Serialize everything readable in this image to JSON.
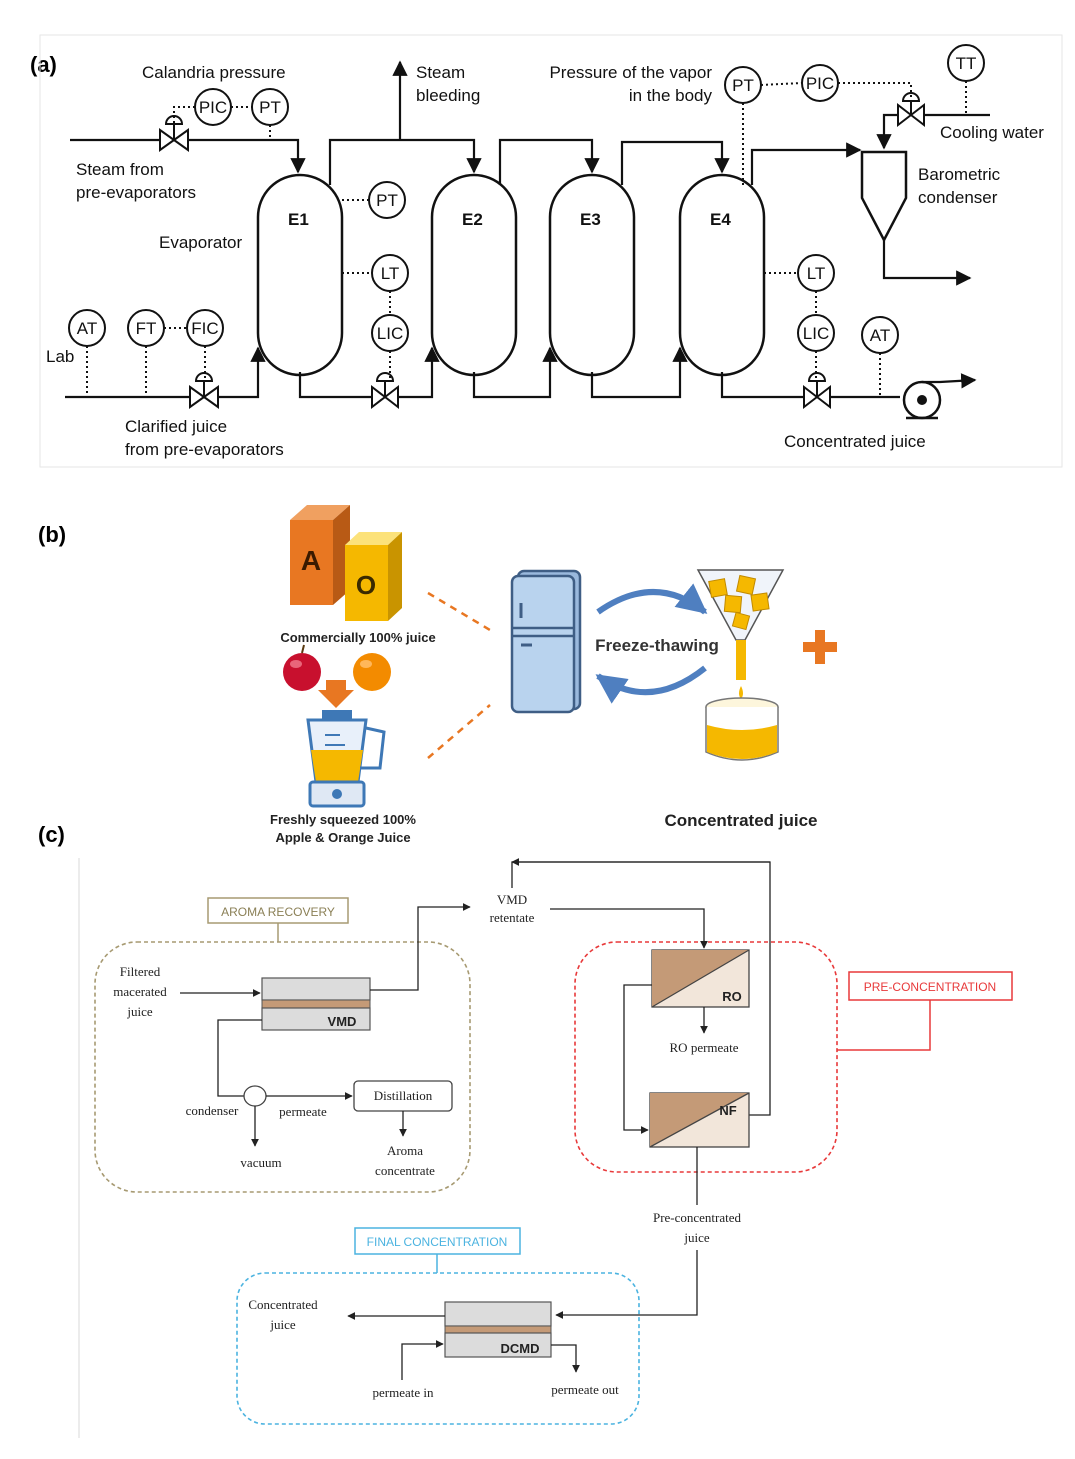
{
  "panels": {
    "a": "(a)",
    "b": "(b)",
    "c": "(c)"
  },
  "a": {
    "calandria_pressure": "Calandria pressure",
    "steam_bleeding_1": "Steam",
    "steam_bleeding_2": "bleeding",
    "vapor_pressure_1": "Pressure of the vapor",
    "vapor_pressure_2": "in the body",
    "cooling_water": "Cooling water",
    "steam_from_1": "Steam from",
    "steam_from_2": "pre-evaporators",
    "barometric_1": "Barometric",
    "barometric_2": "condenser",
    "evaporator": "Evaporator",
    "lab": "Lab",
    "clarified_1": "Clarified juice",
    "clarified_2": "from pre-evaporators",
    "concentrated_juice": "Concentrated juice",
    "vessels": [
      "E1",
      "E2",
      "E3",
      "E4"
    ],
    "instruments": {
      "pic1": "PIC",
      "pt1": "PT",
      "pt_e1": "PT",
      "lt1": "LT",
      "lic1": "LIC",
      "at1": "AT",
      "ft": "FT",
      "fic": "FIC",
      "pt_top": "PT",
      "pic_top": "PIC",
      "tt": "TT",
      "lt4": "LT",
      "lic4": "LIC",
      "at4": "AT"
    }
  },
  "b": {
    "box_a": "A",
    "box_o": "O",
    "commercial": "Commercially 100% juice",
    "fresh_1": "Freshly squeezed 100%",
    "fresh_2": "Apple & Orange Juice",
    "freeze_thawing": "Freeze-thawing",
    "concentrated": "Concentrated juice"
  },
  "c": {
    "aroma_recovery": "AROMA RECOVERY",
    "pre_concentration": "PRE-CONCENTRATION",
    "final_concentration": "FINAL CONCENTRATION",
    "vmd_retentate_1": "VMD",
    "vmd_retentate_2": "retentate",
    "filtered_1": "Filtered",
    "filtered_2": "macerated",
    "filtered_3": "juice",
    "vmd": "VMD",
    "ro": "RO",
    "ro_permeate": "RO permeate",
    "nf": "NF",
    "condenser": "condenser",
    "permeate": "permeate",
    "distillation": "Distillation",
    "vacuum": "vacuum",
    "aroma_1": "Aroma",
    "aroma_2": "concentrate",
    "pre_conc_1": "Pre-concentrated",
    "pre_conc_2": "juice",
    "conc_juice_1": "Concentrated",
    "conc_juice_2": "juice",
    "dcmd": "DCMD",
    "permeate_in": "permeate in",
    "permeate_out": "permeate out"
  },
  "colors": {
    "orange": "#e87722",
    "yellow": "#f5b800",
    "fridge": "#b9d3ee",
    "arrow_blue": "#4f7fc0",
    "membrane_brown": "#c49a77",
    "aroma_border": "#a79a72",
    "pre_border": "#e8393a",
    "final_border": "#4bb3e0"
  }
}
